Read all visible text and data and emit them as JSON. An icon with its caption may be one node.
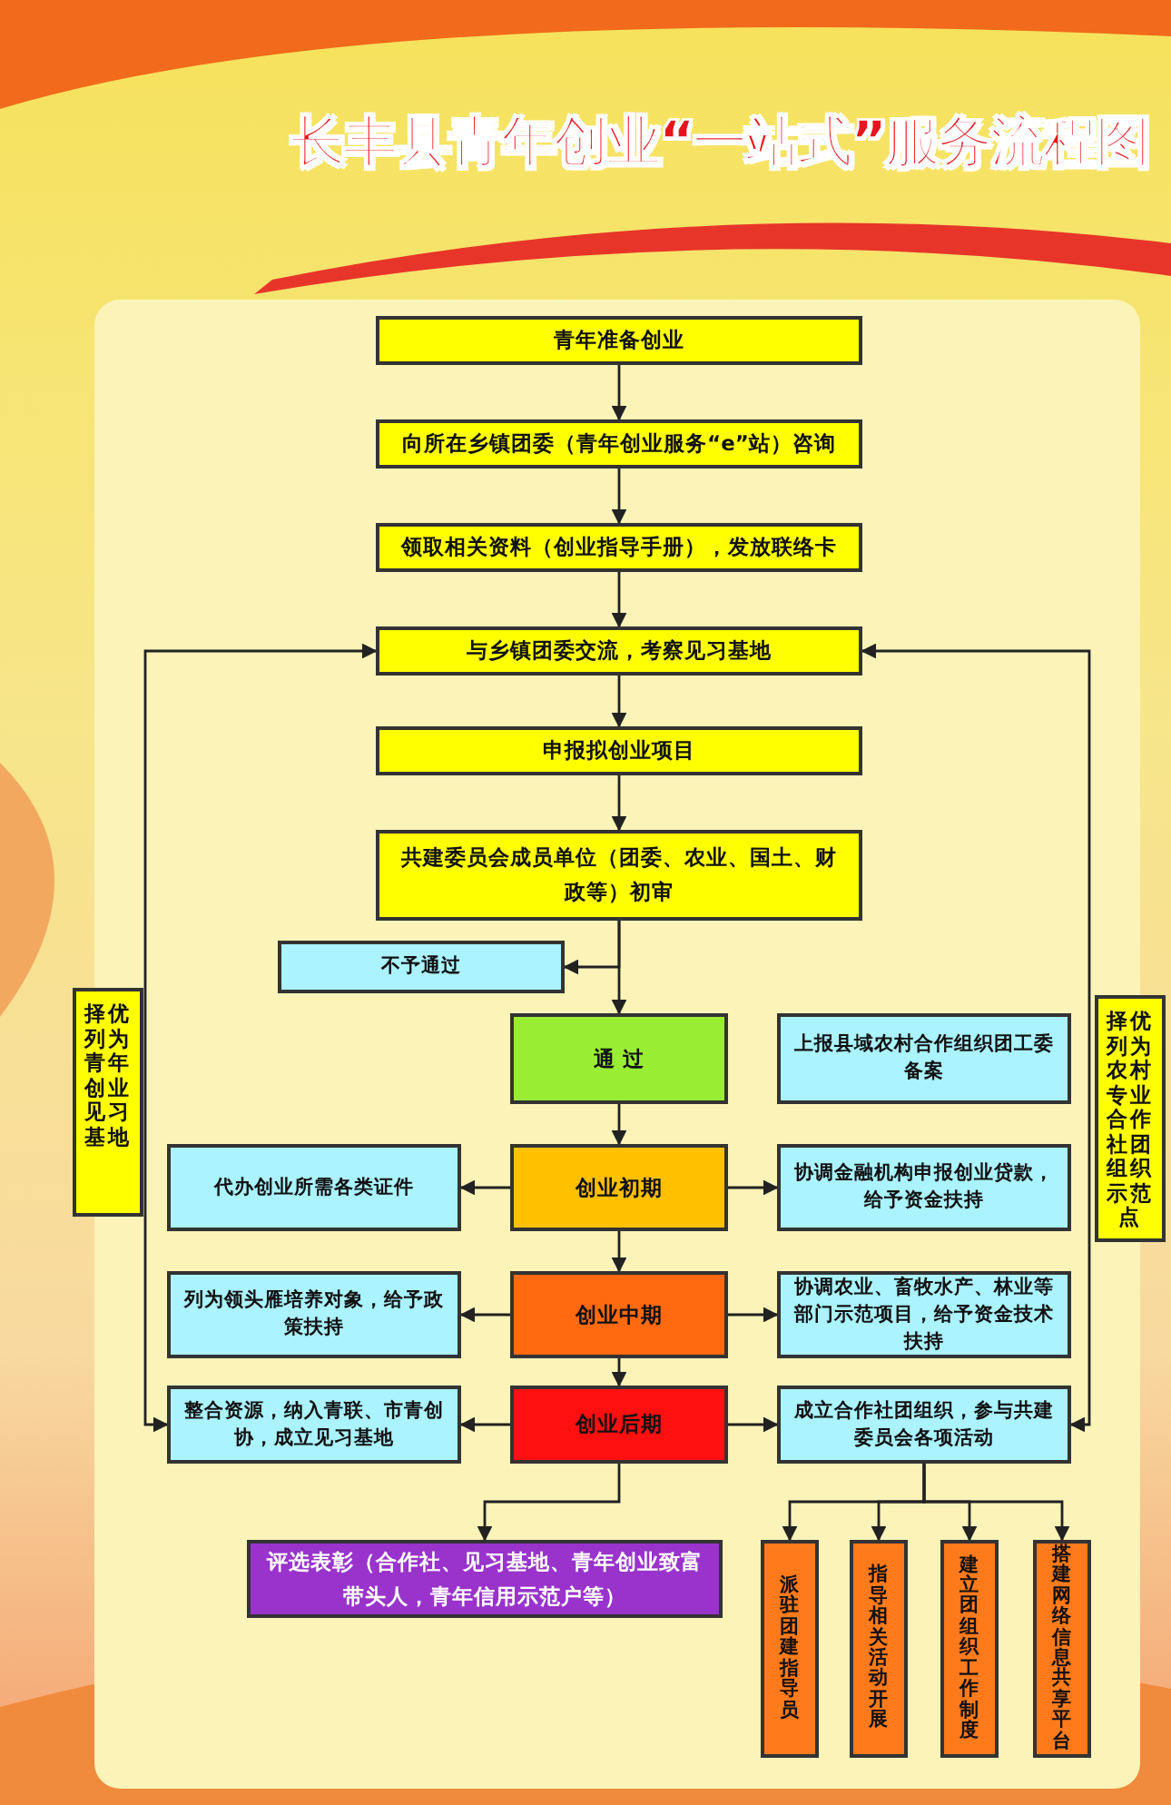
{
  "diagram": {
    "title": "长丰县青年创业“一站式”服务流程图",
    "nodes": [
      {
        "text": [
          "青年准备创业"
        ]
      },
      {
        "text": [
          "向所在乡镇团委（青年创业服务“e”站）咨询"
        ]
      },
      {
        "text": [
          "领取相关资料（创业指导手册），发放联络卡"
        ]
      },
      {
        "text": [
          "与乡镇团委交流，考察见习基地"
        ]
      },
      {
        "text": [
          "申报拟创业项目"
        ]
      },
      {
        "text": [
          "共建委员会成员单位（团委、农业、国土、财政等）初审"
        ]
      },
      {
        "text": [
          "不予通过"
        ]
      },
      {
        "text": [
          "通 过"
        ]
      },
      {
        "text": [
          "上报县域农村合作组织团工委备案"
        ]
      },
      {
        "text": [
          "代办创业所需各类证件"
        ]
      },
      {
        "text": [
          "创业初期"
        ]
      },
      {
        "text": [
          "协调金融机构申报创业贷款，给予资金扶持"
        ]
      },
      {
        "text": [
          "列为领头雁培养对象，给予政策扶持"
        ]
      },
      {
        "text": [
          "创业中期"
        ]
      },
      {
        "text": [
          "协调农业、畜牧水产、林业等部门示范项目，给予资金技术扶持"
        ]
      },
      {
        "text": [
          "整合资源，纳入青联、市青创协，成立见习基地"
        ]
      },
      {
        "text": [
          "创业后期"
        ]
      },
      {
        "text": [
          "成立合作社团组织，参与共建委员会各项活动"
        ]
      },
      {
        "text": [
          "评选表彰（合作社、见习基地、青年创业致富带头人，青年信用示范户等）"
        ]
      },
      {
        "text": [
          "派驻团建指导员"
        ]
      },
      {
        "text": [
          "指导相关活动开展"
        ]
      },
      {
        "text": [
          "建立团组织工作制度"
        ]
      },
      {
        "text": [
          "搭建网络信息共享平台"
        ]
      },
      {
        "text": [
          "择优列为青年创业见习基地"
        ]
      },
      {
        "text": [
          "择优列为农村专业合作社团组织示范点"
        ]
      }
    ],
    "edges": [
      {
        "from": 0,
        "to": 1,
        "arrow": "to"
      },
      {
        "from": 1,
        "to": 2,
        "arrow": "to"
      },
      {
        "from": 2,
        "to": 3,
        "arrow": "to"
      },
      {
        "from": 3,
        "to": 4,
        "arrow": "to"
      },
      {
        "from": 4,
        "to": 5,
        "arrow": "to"
      },
      {
        "from": 5,
        "to": 6,
        "arrow": "to"
      },
      {
        "from": 5,
        "to": 7,
        "arrow": "to"
      },
      {
        "from": 7,
        "to": 10,
        "arrow": "to"
      },
      {
        "from": 10,
        "to": 9,
        "arrow": "to"
      },
      {
        "from": 10,
        "to": 11,
        "arrow": "to"
      },
      {
        "from": 10,
        "to": 13,
        "arrow": "to"
      },
      {
        "from": 13,
        "to": 12,
        "arrow": "to"
      },
      {
        "from": 13,
        "to": 14,
        "arrow": "to"
      },
      {
        "from": 13,
        "to": 16,
        "arrow": "to"
      },
      {
        "from": 16,
        "to": 15,
        "arrow": "to"
      },
      {
        "from": 16,
        "to": 17,
        "arrow": "to"
      },
      {
        "from": 16,
        "to": 18,
        "arrow": "to"
      },
      {
        "from": 17,
        "to": 19,
        "arrow": "to"
      },
      {
        "from": 17,
        "to": 20,
        "arrow": "to"
      },
      {
        "from": 17,
        "to": 21,
        "arrow": "to"
      },
      {
        "from": 17,
        "to": 22,
        "arrow": "to"
      },
      {
        "from": 15,
        "to": 3,
        "arrow": "both"
      },
      {
        "from": 17,
        "to": 3,
        "arrow": "both"
      }
    ]
  }
}
